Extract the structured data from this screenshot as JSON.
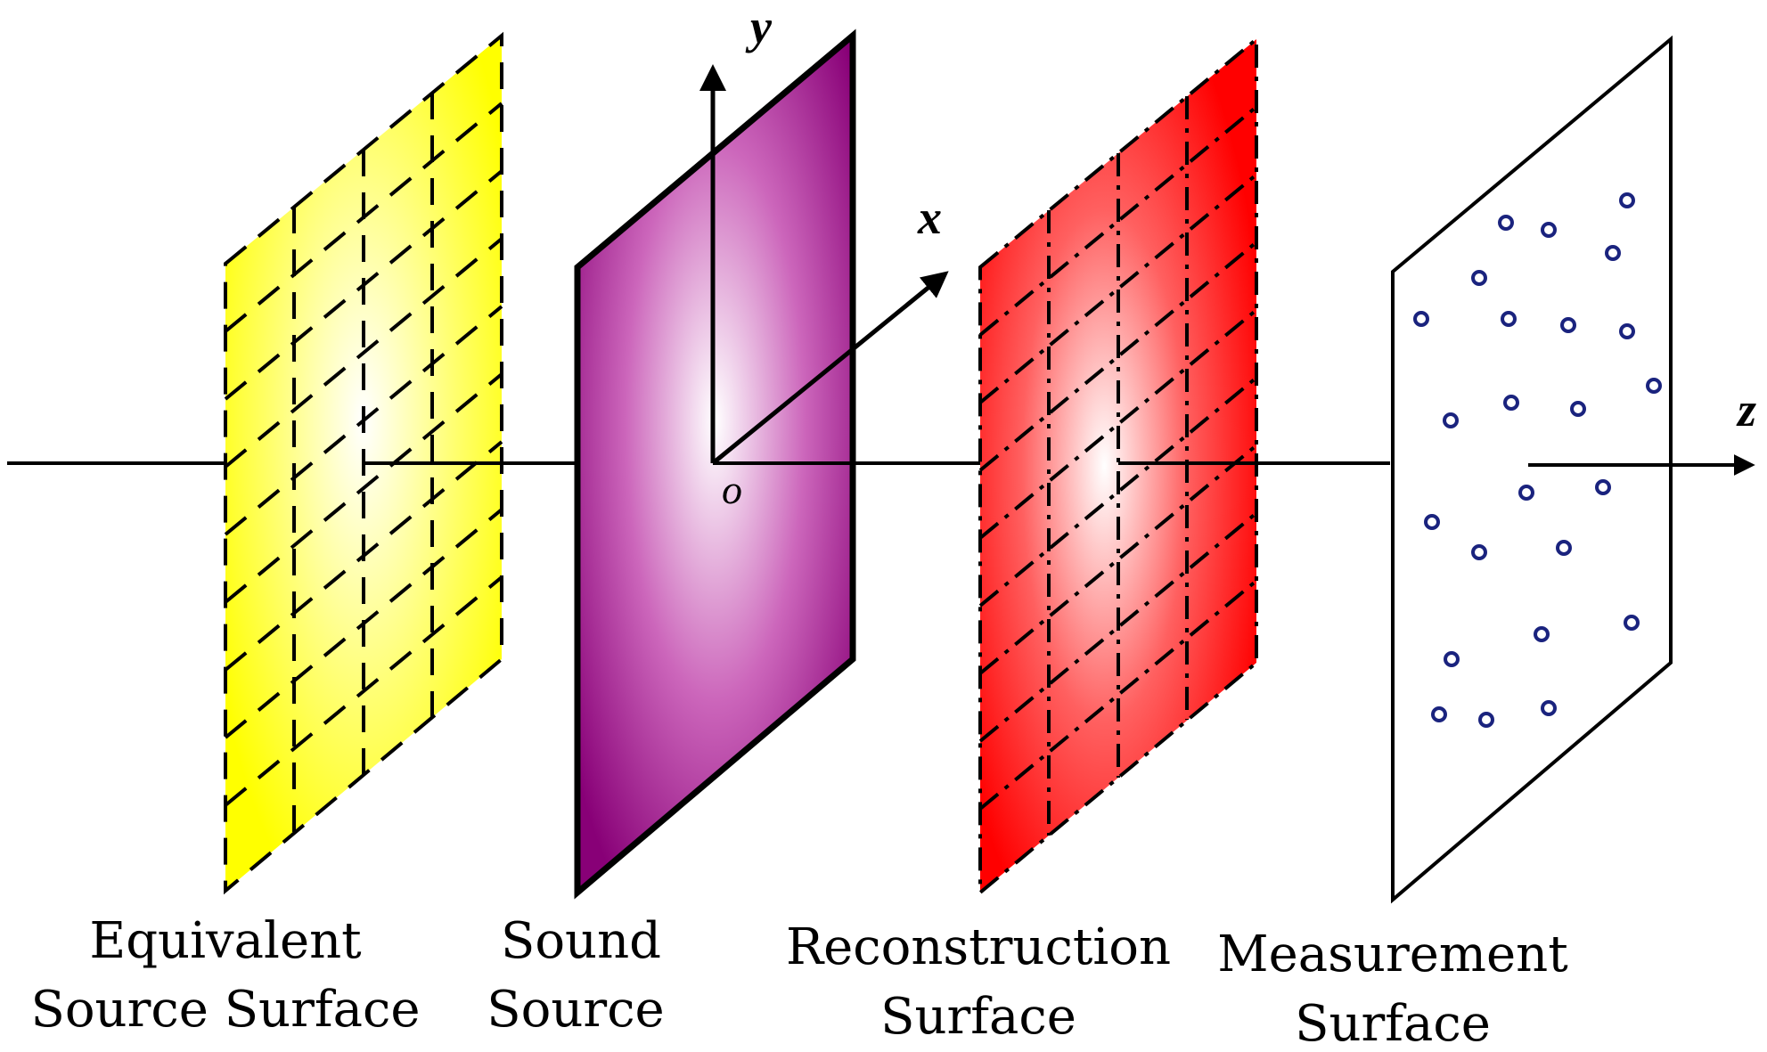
{
  "axes": {
    "x_label": "x",
    "y_label": "y",
    "z_label": "z",
    "origin_label": "o"
  },
  "surfaces": [
    {
      "id": "equivalent-source",
      "line1": "Equivalent",
      "line2": "Source Surface",
      "fill_color": "#ffff00",
      "line_style": "dashed"
    },
    {
      "id": "sound-source",
      "line1": "Sound",
      "line2": "Source",
      "fill_color": "#8b0a7e",
      "line_style": "solid-thick"
    },
    {
      "id": "reconstruction",
      "line1": "Reconstruction",
      "line2": "Surface",
      "fill_color": "#ff0000",
      "line_style": "dash-dot"
    },
    {
      "id": "measurement",
      "line1": "Measurement",
      "line2": "Surface",
      "fill_color": "#ffffff",
      "line_style": "solid",
      "point_color": "#1a237e"
    }
  ]
}
